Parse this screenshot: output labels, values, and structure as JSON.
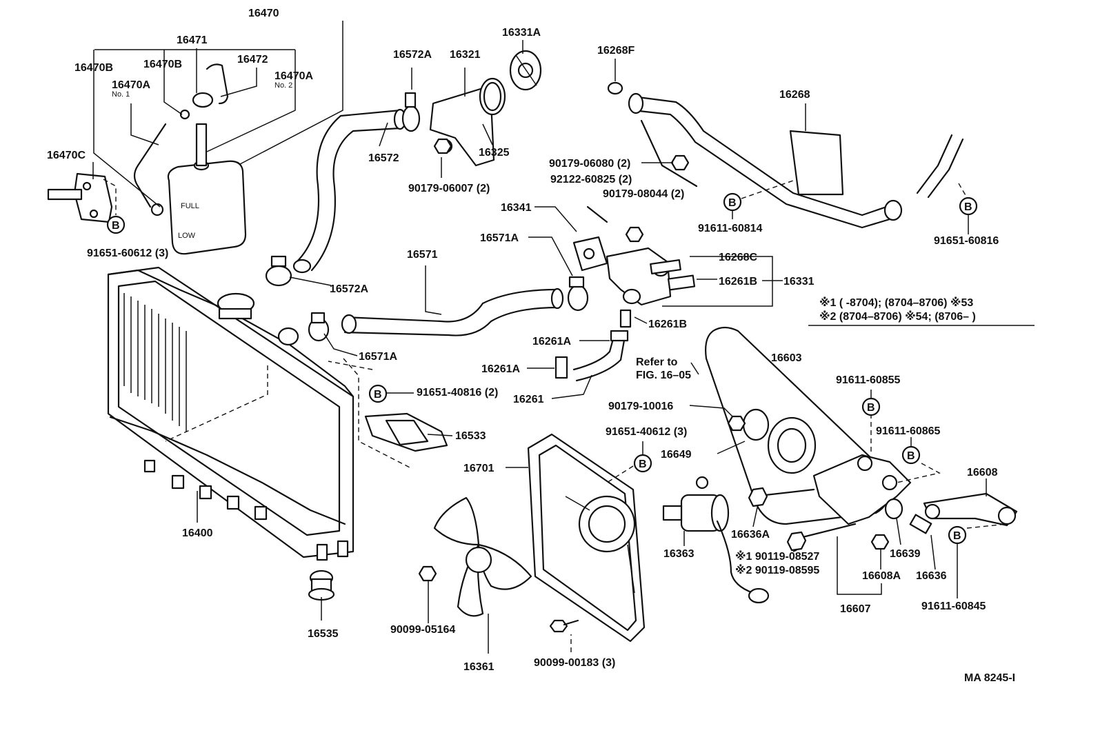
{
  "labels": {
    "p16470": "16470",
    "p16471": "16471",
    "p16472": "16472",
    "p16470B_1": "16470B",
    "p16470B_2": "16470B",
    "p16470A_1": "16470A",
    "p16470A_1_no": "No. 1",
    "p16470A_2": "16470A",
    "p16470A_2_no": "No. 2",
    "p16470C": "16470C",
    "p91651_60612": "91651-60612 (3)",
    "p16572A_top": "16572A",
    "p16321": "16321",
    "p16331A": "16331A",
    "p16572": "16572",
    "p16325": "16325",
    "p90179_06007": "90179-06007 (2)",
    "p16268F": "16268F",
    "p16268": "16268",
    "p90179_06080": "90179-06080 (2)",
    "p92122_60825": "92122-60825 (2)",
    "p90179_08044": "90179-08044 (2)",
    "p91611_60814": "91611-60814",
    "p91651_60816": "91651-60816",
    "p16341": "16341",
    "p16571A_top": "16571A",
    "p16571": "16571",
    "p16572A_mid": "16572A",
    "p16268C": "16268C",
    "p16261B_a": "16261B",
    "p16331": "16331",
    "p16261B_b": "16261B",
    "p16261A_a": "16261A",
    "p16261A_b": "16261A",
    "p16261": "16261",
    "p16571A_bot": "16571A",
    "p91651_40816": "91651-40816 (2)",
    "p16533": "16533",
    "p16400": "16400",
    "p16535": "16535",
    "p16603": "16603",
    "p91611_60855": "91611-60855",
    "p91611_60865": "91611-60865",
    "p90179_10016": "90179-10016",
    "p91651_40612": "91651-40612 (3)",
    "p16649": "16649",
    "p16701": "16701",
    "p16608": "16608",
    "p16636A": "16636A",
    "p16363": "16363",
    "p16639": "16639",
    "p16636": "16636",
    "p90119_08527": "※1 90119-08527",
    "p90119_08595": "※2 90119-08595",
    "p16608A": "16608A",
    "p16607": "16607",
    "p91611_60845": "91611-60845",
    "p90099_05164": "90099-05164",
    "p16361": "16361",
    "p90099_00183": "90099-00183 (3)",
    "refer_line1": "Refer to",
    "refer_line2": "FIG. 16–05",
    "fig_code": "MA 8245-I"
  },
  "notes": {
    "note1": "※1 (        -8704); (8704–8706)  ※53",
    "note2": "※2 (8704–8706) ※54; (8706–          )"
  },
  "bolt_marker": "B"
}
